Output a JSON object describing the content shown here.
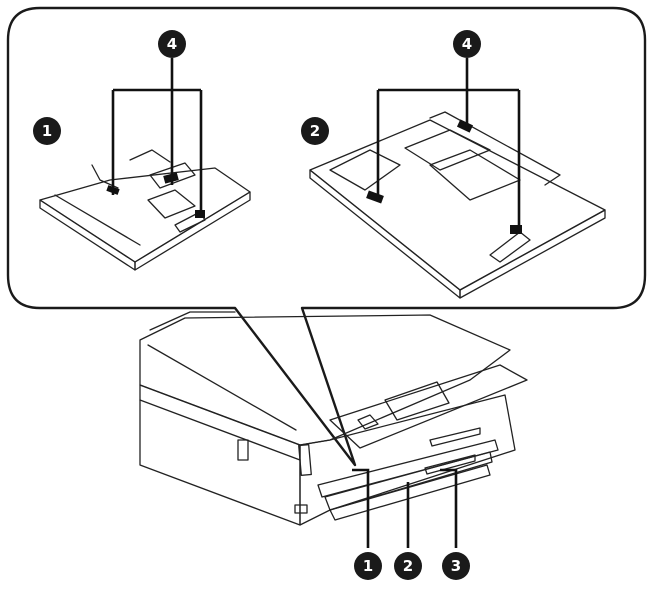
{
  "callouts": {
    "tray1_label": "1",
    "tray2_label": "2",
    "tray3_label": "3",
    "guide_label_left": "4",
    "guide_label_right": "4",
    "detail_tray1_label": "1",
    "detail_tray2_label": "2"
  },
  "colors": {
    "badge": "#1a1a1a",
    "line": "#222222",
    "fill_light": "#ffffff"
  },
  "icons": [
    "printer-illustration",
    "paper-cassette-1-illustration",
    "paper-cassette-2-illustration"
  ]
}
